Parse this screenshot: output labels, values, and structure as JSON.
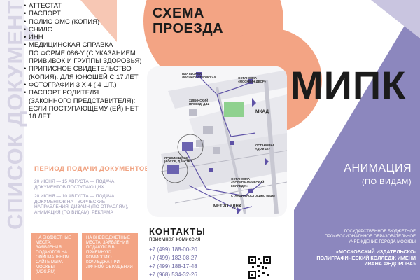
{
  "vertical_title": "СПИСОК ДОКУМЕНТОВ",
  "documents": [
    "АТТЕСТАТ",
    "ПАСПОРТ",
    "ПОЛИС ОМС (КОПИЯ)",
    "СНИЛС",
    "ИНН",
    "МЕДИЦИНСКАЯ СПРАВКА",
    "ПО ФОРМЕ 086-У (С УКАЗАНИЕМ ПРИВИВОК И ГРУППЫ ЗДОРОВЬЯ)",
    "ПРИПИСНОЕ СВИДЕТЕЛЬСТВО (КОПИЯ): ДЛЯ ЮНОШЕЙ С 17 ЛЕТ",
    "ФОТОГРАФИИ 3 Х 4 ( 4 ШТ.)",
    "ПАСПОРТ РОДИТЕЛЯ (ЗАКОННОГО ПРЕДСТАВИТЕЛЯ):",
    "ЕСЛИ ПОСТУПАЮЩЕМУ (ЕЙ) НЕТ 18 ЛЕТ"
  ],
  "period": {
    "title": "ПЕРИОД ПОДАЧИ ДОКУМЕНТОВ",
    "item1": "20 ИЮНЯ — 15 АВГУСТА — ПОДАЧА ДОКУМЕНТОВ ПОСТУПАЮЩИХ",
    "item2": "20 ИЮНЯ — 10 АВГУСТА — ПОДАЧА ДОКУМЕНТОВ НА ТВОРЧЕСКИЕ НАПРАВЛЕНИЯ: ДИЗАЙН (ПО ОТРАСЛЯМ), АНИМАЦИЯ (ПО ВИДАМ), РЕКЛАМА"
  },
  "boxes": {
    "budget": "НА БЮДЖЕТНЫЕ МЕСТА: ЗАЯВЛЕНИЯ ПОДАЮТСЯ НА ОФИЦИАЛЬНОМ САЙТЕ МЭРА МОСКВЫ (MOS.RU)",
    "paid": "НА ВНЕБЮДЖЕТНЫЕ МЕСТА: ЗАЯВЛЕНИЯ ПОДАЮТСЯ В ПРИЕМНУЮ КОМИССИЮ КОЛЛЕДЖА ПРИ ЛИЧНОМ ОБРАЩЕНИИ"
  },
  "scheme": {
    "line1": "СХЕМА",
    "line2": "ПРОЕЗДА"
  },
  "map": {
    "platform": "ПЛАТФОРМА ЛОСИНООСТРОВСКАЯ",
    "stop_top": "ОСТАНОВКА «МОСКВИН ДВОР»",
    "khibinsky": "ХИБИНСКИЙ ПРОЕЗД, Д.12",
    "mkad": "МКАД",
    "stop_mid": "ОСТАНОВКА «ДОМ 12»",
    "yaroslavskoe": "ЯРОСЛАВСКОЕ ШОССЕ, Д.5, СТР.2",
    "stop_poly": "ОСТАНОВКА «ПОЛИГРАФИЧЕСКИЙ КОЛЛЕДЖ»",
    "station": "СТАНЦИЯ РОСТОКИНО (МЦК)",
    "metro": "МЕТРО ВДНХ"
  },
  "brand": "МИПК",
  "animation": {
    "title": "АНИМАЦИЯ",
    "sub": "(ПО ВИДАМ)"
  },
  "org": {
    "text": "ГОСУДАРСТВЕННОЕ БЮДЖЕТНОЕ ПРОФЕССИОНАЛЬНОЕ ОБРАЗОВАТЕЛЬНОЕ УЧРЕЖДЕНИЕ ГОРОДА МОСКВЫ",
    "name": "«МОСКОВСКИЙ ИЗДАТЕЛЬСКО-ПОЛИГРАФИЧЕСКИЙ КОЛЛЕДЖ ИМЕНИ ИВАНА ФЕДОРОВА»"
  },
  "contacts": {
    "title": "КОНТАКТЫ",
    "subtitle": "приемная комиссия",
    "phones": [
      "+7 (499) 188-00-20",
      "+7 (499) 182-08-27",
      "+7 (499) 188-17-48",
      "+7 (968) 534-32-26"
    ]
  },
  "colors": {
    "accent": "#f3a484",
    "purple": "#8c87be",
    "lavender": "#d6d3e4",
    "route": "#5e52a6"
  }
}
